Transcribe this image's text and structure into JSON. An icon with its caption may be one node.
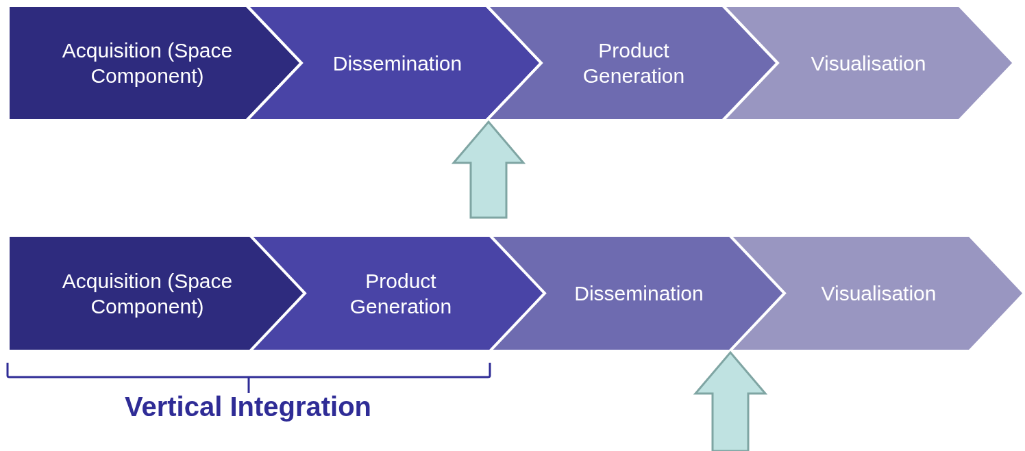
{
  "diagram": {
    "nodes": [
      {
        "text": [
          "Acquisition (Space Component)"
        ]
      },
      {
        "text": [
          "Dissemination"
        ]
      },
      {
        "text": [
          "Product Generation"
        ]
      },
      {
        "text": [
          "Visualisation"
        ]
      },
      {
        "text": [
          "Acquisition (Space Component)"
        ]
      },
      {
        "text": [
          "Product Generation"
        ]
      },
      {
        "text": [
          "Dissemination"
        ]
      },
      {
        "text": [
          "Visualisation"
        ]
      }
    ],
    "edges": [
      {
        "from": null,
        "to": 2,
        "arrow": "to"
      },
      {
        "from": null,
        "to": 7,
        "arrow": "to"
      }
    ],
    "labels": [
      "Vertical Integration"
    ]
  }
}
